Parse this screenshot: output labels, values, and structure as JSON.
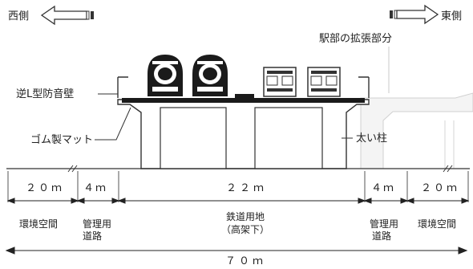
{
  "directions": {
    "west": "西側",
    "east": "東側"
  },
  "labels": {
    "station_expansion": "駅部の拡張部分",
    "inverted_sound_wall": "逆L型防音壁",
    "rubber_mat": "ゴム製マット",
    "thick_pillar": "太い柱"
  },
  "dimensions": {
    "seg1": "２０ｍ",
    "seg2": "４ｍ",
    "seg3": "２２ｍ",
    "seg4": "４ｍ",
    "seg5": "２０ｍ",
    "total": "７０ｍ"
  },
  "zones": {
    "environment_left": "環境空間",
    "mgmt_road_left_line1": "管理用",
    "mgmt_road_left_line2": "道路",
    "railway_line1": "鉄道用地",
    "railway_line2": "（高架下）",
    "mgmt_road_right_line1": "管理用",
    "mgmt_road_right_line2": "道路",
    "environment_right": "環境空間"
  },
  "icons": {
    "west_arrow": "arrow-left-icon",
    "east_arrow": "arrow-right-icon",
    "shinkansen_train": "shinkansen-train-icon",
    "commuter_train": "commuter-train-icon"
  }
}
